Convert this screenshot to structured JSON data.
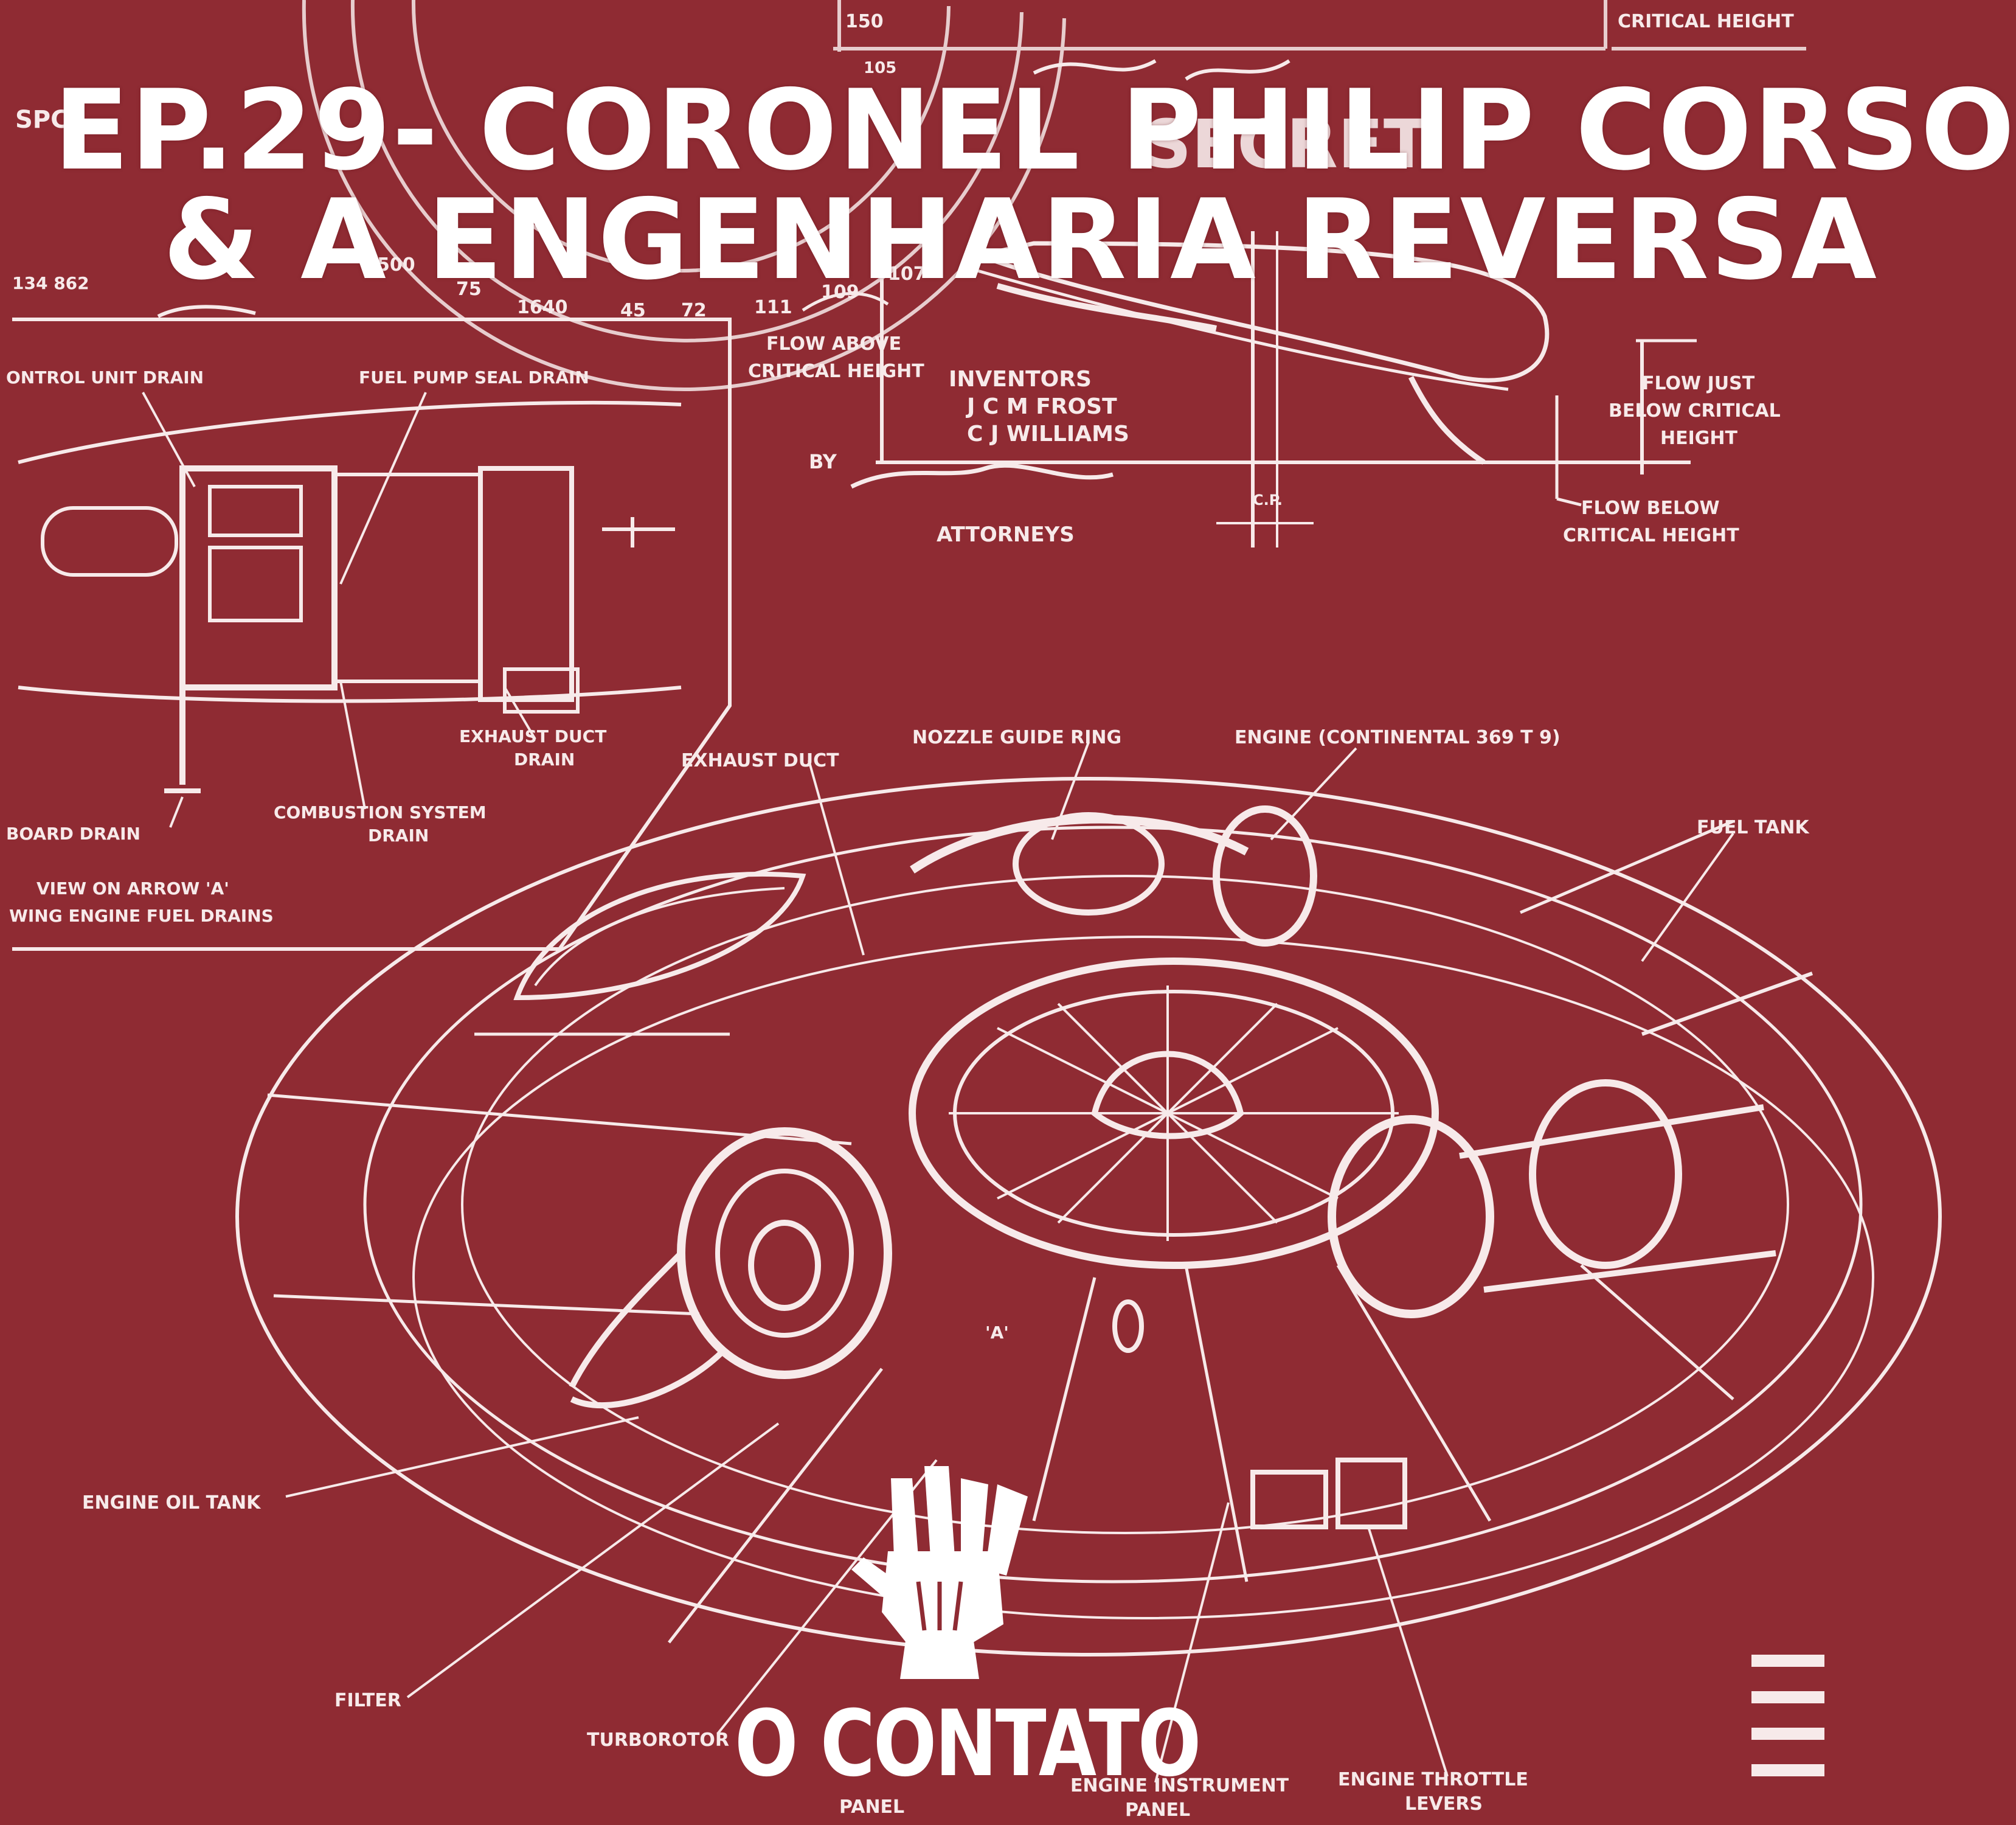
{
  "episode": {
    "title_line1": "EP.29- CORONEL PHILIP CORSO",
    "title_line2": "& A ENGENHARIA REVERSA"
  },
  "brand": {
    "name": "O CONTATO",
    "logo_icon": "raised-hand-icon"
  },
  "colors": {
    "background": "#8f2b33",
    "ink": "#ffffff"
  },
  "blueprint": {
    "patent_labels": {
      "flow_above_l1": "FLOW ABOVE",
      "flow_above_l2": "CRITICAL HEIGHT",
      "inventors_l1": "INVENTORS",
      "inventors_l2": "J C M FROST",
      "inventors_l3": "C J WILLIAMS",
      "by": "BY",
      "attorneys": "ATTORNEYS",
      "cp": "C.P.",
      "flow_just_below_l1": "FLOW JUST",
      "flow_just_below_l2": "BELOW CRITICAL",
      "flow_just_below_l3": "HEIGHT",
      "flow_below_l1": "FLOW BELOW",
      "flow_below_l2": "CRITICAL HEIGHT",
      "critical_height_top": "CRITICAL HEIGHT",
      "secret": "SECRET"
    },
    "inset_labels": {
      "control_unit_drain": "ONTROL UNIT DRAIN",
      "fuel_pump_seal_drain": "FUEL PUMP SEAL DRAIN",
      "exhaust_duct_drain_l1": "EXHAUST DUCT",
      "exhaust_duct_drain_l2": "DRAIN",
      "combustion_drain_l1": "COMBUSTION SYSTEM",
      "combustion_drain_l2": "DRAIN",
      "inboard_drain": "BOARD DRAIN",
      "view_arrow_l1": "VIEW ON ARROW 'A'",
      "view_arrow_l2": "WING ENGINE FUEL DRAINS"
    },
    "saucer_labels": {
      "exhaust_duct": "EXHAUST DUCT",
      "nozzle_guide_ring": "NOZZLE GUIDE RING",
      "engine_continental": "ENGINE (CONTINENTAL 369 T 9)",
      "fuel_tank": "FUEL TANK",
      "arrow_a": "'A'",
      "engine_oil_tank": "ENGINE OIL TANK",
      "filter": "FILTER",
      "turborotor": "TURBOROTOR",
      "instrument_panel_l1": "ENGINE INSTRUMENT",
      "instrument_panel_l2": "PANEL",
      "throttle_levers_l1": "ENGINE THROTTLE",
      "throttle_levers_l2": "LEVERS",
      "panel_left": "PANEL"
    },
    "misc_numbers": {
      "n1": "150",
      "n2": "105",
      "n3": "500",
      "n4": "75",
      "n5": "1640",
      "n6": "45",
      "n7": "72",
      "n8": "111",
      "n9": "109",
      "n10": "107",
      "n11": "134 862",
      "n12": "SPC"
    }
  }
}
